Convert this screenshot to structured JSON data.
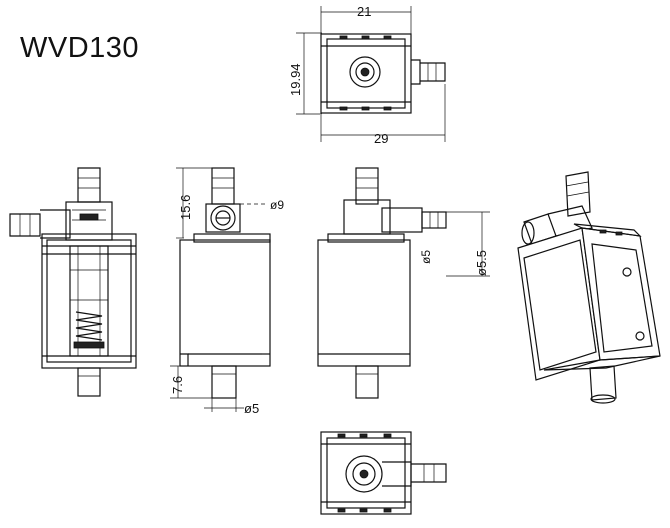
{
  "title": "WVD130",
  "dimensions": {
    "top_width": "21",
    "top_height": "19.94",
    "top_total": "29",
    "nozzle_height": "15.6",
    "inlet_dia": "ø9",
    "outlet_dia_a": "ø5",
    "outlet_dia_b": "ø5.5",
    "stem_height": "7.6",
    "stem_dia": "ø5"
  }
}
